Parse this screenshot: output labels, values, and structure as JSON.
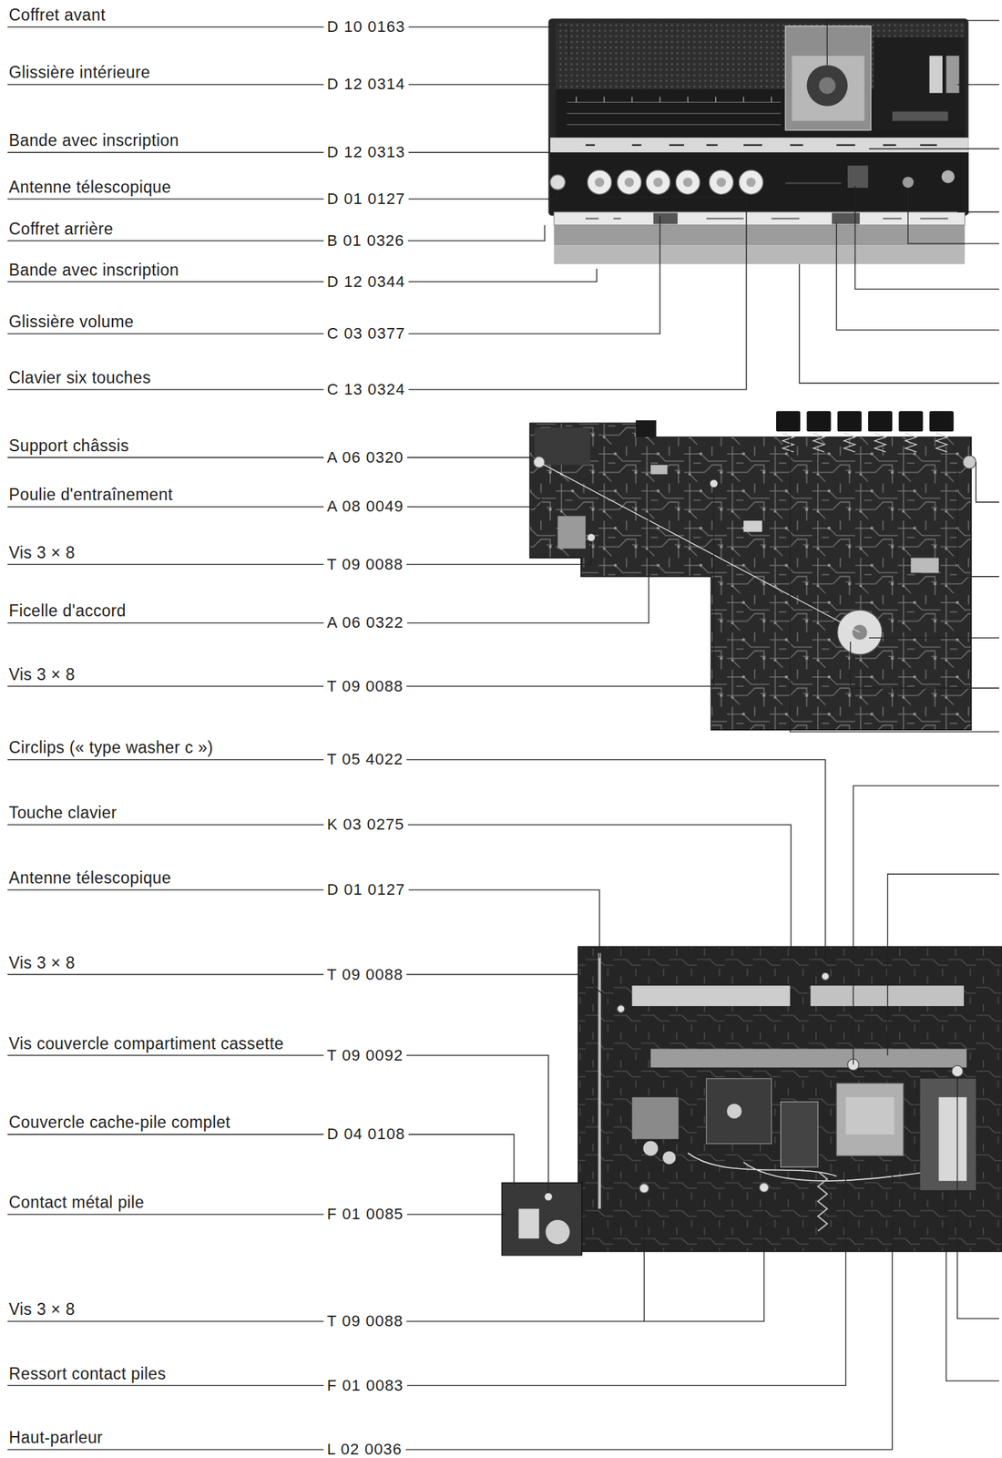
{
  "diagram": {
    "labels": [
      "Coffret avant",
      "D 10 0163",
      "Glissière intérieure",
      "D 12 0314",
      "Bande avec inscription",
      "D 12 0313",
      "Antenne télescopique",
      "D 01 0127",
      "Coffret arrière",
      "B 01 0326",
      "Bande avec inscription",
      "D 12 0344",
      "Glissière volume",
      "C 03 0377",
      "Clavier six touches",
      "C 13 0324",
      "Support châssis",
      "A 06 0320",
      "Poulie d'entraînement",
      "A 08 0049",
      "Vis 3 × 8",
      "T 09 0088",
      "Ficelle d'accord",
      "A 06 0322",
      "Vis 3 × 8",
      "T 09 0088",
      "Circlips (« type washer c »)",
      "T 05 4022",
      "Touche clavier",
      "K 03 0275",
      "Antenne télescopique",
      "D 01 0127",
      "Vis 3 × 8",
      "T 09 0088",
      "Vis couvercle compartiment cassette",
      "T 09 0092",
      "Couvercle cache-pile complet",
      "D 04 0108",
      "Contact métal pile",
      "F 01 0085",
      "Vis 3 × 8",
      "T 09 0088",
      "Ressort contact piles",
      "F 01 0083",
      "Haut-parleur",
      "L 02 0036"
    ]
  }
}
